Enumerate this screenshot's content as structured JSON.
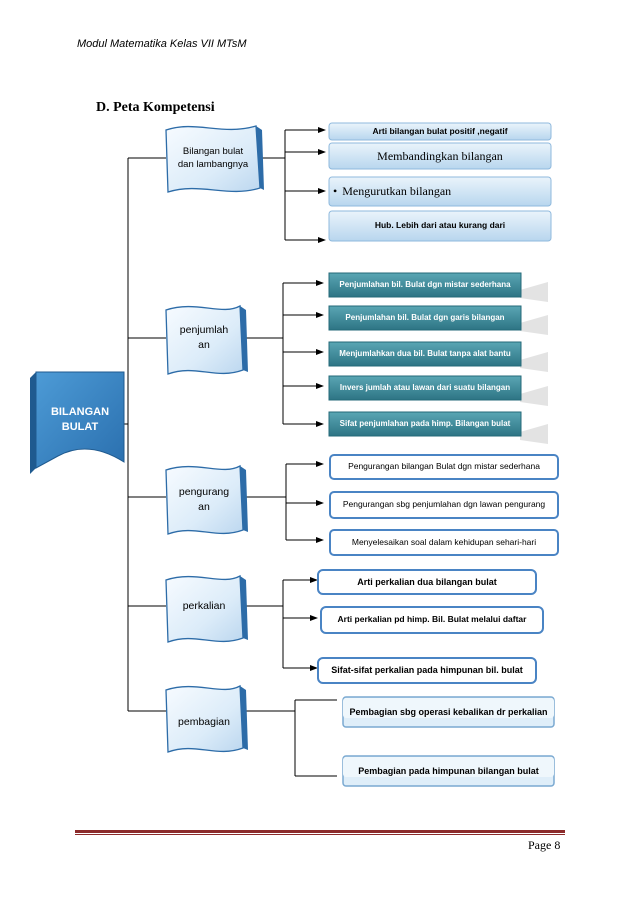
{
  "header": {
    "title": "Modul Matematika Kelas VII MTsM"
  },
  "section": {
    "title": "D.  Peta Kompetensi"
  },
  "root": {
    "label_line1": "BILANGAN",
    "label_line2": "BULAT"
  },
  "branches": {
    "b1": {
      "label_line1": "Bilangan bulat",
      "label_line2": "dan lambangnya",
      "items": [
        "Arti bilangan bulat positif ,negatif",
        "Membandingkan  bilangan",
        "Mengurutkan bilangan",
        "Hub. Lebih dari atau kurang dari"
      ]
    },
    "b2": {
      "label_line1": "penjumlah",
      "label_line2": "an",
      "items": [
        "Penjumlahan bil. Bulat dgn mistar sederhana",
        "Penjumlahan bil. Bulat dgn garis bilangan",
        "Menjumlahkan dua bil. Bulat tanpa alat bantu",
        "Invers jumlah atau lawan dari suatu bilangan",
        "Sifat penjumlahan pada himp. Bilangan bulat"
      ]
    },
    "b3": {
      "label_line1": "pengurang",
      "label_line2": "an",
      "items": [
        "Pengurangan bilangan Bulat dgn mistar sederhana",
        "Pengurangan sbg penjumlahan dgn lawan pengurang",
        "Menyelesaikan soal dalam kehidupan sehari-hari"
      ]
    },
    "b4": {
      "label": "perkalian",
      "items": [
        "Arti perkalian dua bilangan bulat",
        "Arti perkalian pd himp. Bil. Bulat melalui daftar",
        "Sifat-sifat perkalian pada himpunan bil. bulat"
      ]
    },
    "b5": {
      "label": "pembagian",
      "items": [
        "Pembagian sbg operasi kebalikan dr perkalian",
        "Pembagian pada himpunan bilangan bulat"
      ]
    }
  },
  "footer": {
    "page": "Page 8"
  }
}
